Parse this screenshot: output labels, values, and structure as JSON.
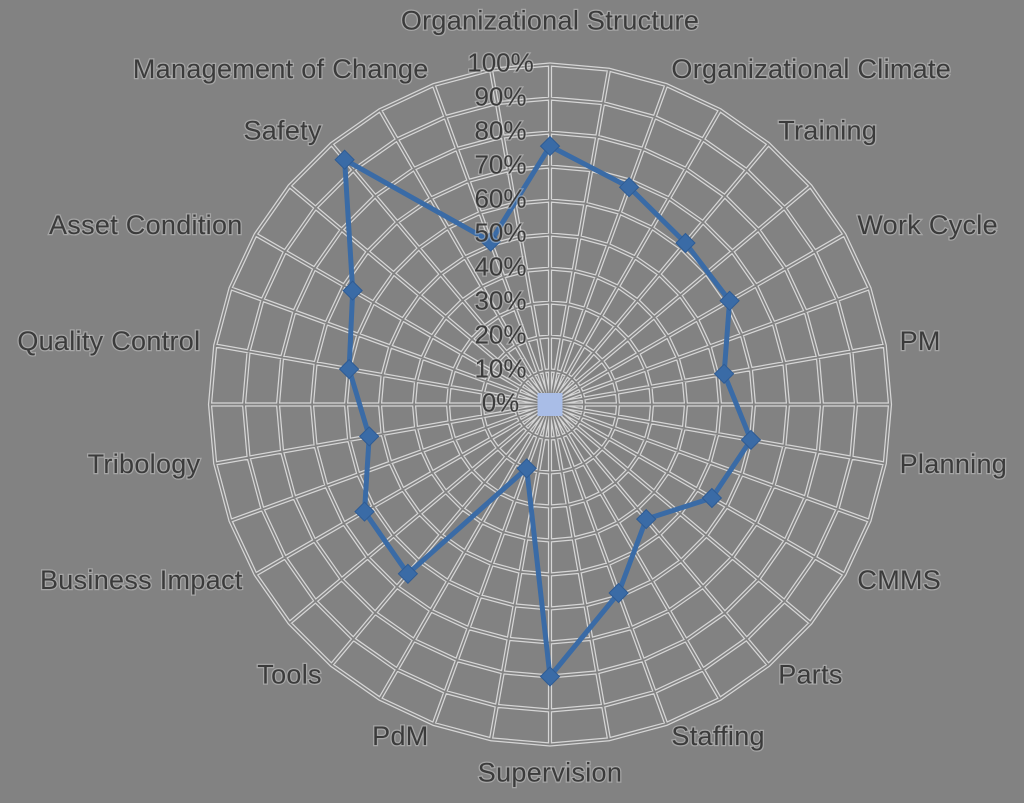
{
  "chart_data": {
    "type": "radar",
    "title": "",
    "categories": [
      "Organizational Structure",
      "Organizational Climate",
      "Training",
      "Work Cycle",
      "PM",
      "Planning",
      "CMMS",
      "Parts",
      "Staffing",
      "Supervision",
      "PdM",
      "Tools",
      "Business Impact",
      "Tribology",
      "Quality Control",
      "Asset Condition",
      "Safety",
      "Management of Change"
    ],
    "series": [
      {
        "values": [
          76,
          68,
          62,
          61,
          52,
          60,
          55,
          44,
          59,
          80,
          20,
          65,
          63,
          54,
          60,
          67,
          94,
          51
        ],
        "color": "#3A6BA6",
        "marker": "diamond"
      }
    ],
    "axis": {
      "min": 0,
      "max": 100,
      "step": 10,
      "tick_labels": [
        "0%",
        "10%",
        "20%",
        "30%",
        "40%",
        "50%",
        "60%",
        "70%",
        "80%",
        "90%",
        "100%"
      ]
    },
    "grid": {
      "spokes": 36,
      "rings": 10,
      "line_color": "#D5D5D5"
    },
    "background_color": "#828282",
    "text_color": "#3B3B3B",
    "center_marker": {
      "shape": "square",
      "color": "#A9BDE7"
    },
    "legend_position": "none"
  }
}
